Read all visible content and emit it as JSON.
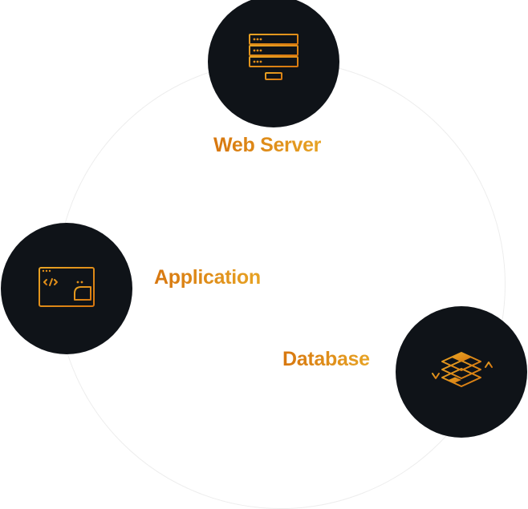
{
  "colors": {
    "node_bg": "#0f1318",
    "accent_start": "#d7770f",
    "accent_end": "#e7a324",
    "ring": "#ededed"
  },
  "nodes": [
    {
      "label": "Web Server",
      "icon": "server-rack-icon"
    },
    {
      "label": "Application",
      "icon": "code-window-chart-icon"
    },
    {
      "label": "Database",
      "icon": "database-layers-icon"
    }
  ]
}
